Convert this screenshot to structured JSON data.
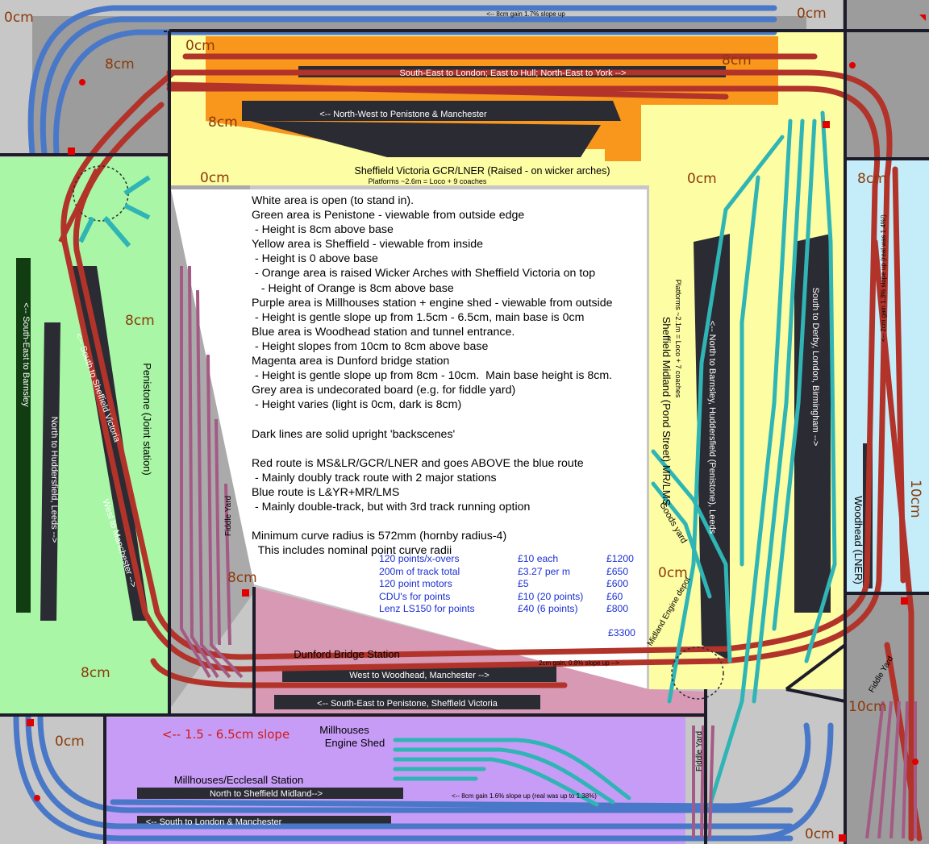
{
  "areas": {
    "sheffield_victoria": {
      "title": "Sheffield Victoria GCR/LNER (Raised - on wicker arches)",
      "subtitle": "Platforms ~2.6m = Loco + 9 coaches"
    },
    "sheffield_midland": {
      "title": "Sheffield Midland (Pond Street) MR/LMS",
      "subtitle": "Platforms ~2.1m = Loco + 7 coaches"
    },
    "penistone": {
      "title": "Penistone (Joint station)"
    },
    "woodhead": {
      "title": "Woodhead (LNER)"
    },
    "dunford": {
      "title": "Dunford Bridge Station"
    },
    "millhouses_station": {
      "title": "Millhouses/Ecclesall Station"
    },
    "millhouses_shed": {
      "line1": "Millhouses",
      "line2": "Engine Shed"
    },
    "goods_yard": "Goods yard",
    "midland_engine_depot": "Midland Engine depot",
    "fiddle_yard": "Fiddle Yard"
  },
  "arrows": {
    "victoria_east": "South-East to London; East to Hull; North-East to York -->",
    "victoria_west": "<-- North-West to Penistone & Manchester",
    "midland_north": "<-- North to Barnsley, Huddersfield (Penistone), Leeds",
    "midland_south": "South to Derby, London, Birmingham -->",
    "penistone_se": "<-- South-East to Barnsley",
    "penistone_north": "North to Huddersfield, Leeds -->",
    "penistone_south": "<-- South to Sheffield Victoria",
    "penistone_west": "West to Manchester -->",
    "dunford_west": "West to Woodhead, Manchester -->",
    "dunford_se": "<-- South-East to Penistone, Sheffield Victoria",
    "millhouses_north": "North to Sheffield Midland-->",
    "millhouses_south": "<-- South to London & Manchester"
  },
  "heights": {
    "h_tl": "0cm",
    "h_tl8": "8cm",
    "h_tr": "0cm",
    "h_vic_tl": "0cm",
    "h_vic_tr": "8cm",
    "h_vic_bl": "8cm",
    "h_yel_l": "0cm",
    "h_yel_r": "0cm",
    "h_right8": "8cm",
    "h_pen8a": "8cm",
    "h_pen8b": "8cm",
    "h_fiddle8": "8cm",
    "h_mid0": "0cm",
    "h_wood10": "10cm",
    "h_right10": "10cm",
    "h_bl0": "0cm",
    "h_br0": "0cm"
  },
  "slopes": {
    "millhouses_slope": "<-- 1.5 - 6.5cm slope",
    "top_slope": "<-- 8cm gain 1.7% slope up",
    "right_slope": "<-- 2cm gain 1.3% slope up (real was 1.4%!)",
    "dunford_slope": "2cm gain, 0.8% slope up -->",
    "bottom_slope": "<-- 8cm gain 1.6% slope up (real was up to 1.38%)"
  },
  "notes": [
    "White area is open (to stand in).",
    "Green area is Penistone - viewable from outside edge",
    " - Height is 8cm above base",
    "Yellow area is Sheffield - viewable from inside",
    " - Height is 0 above base",
    " - Orange area is raised Wicker Arches with Sheffield Victoria on top",
    "   - Height of Orange is 8cm above base",
    "Purple area is Millhouses station + engine shed - viewable from outside",
    " - Height is gentle slope up from 1.5cm - 6.5cm, main base is 0cm",
    "Blue area is Woodhead station and tunnel entrance.",
    " - Height slopes from 10cm to 8cm above base",
    "Magenta area is Dunford bridge station",
    " - Height is gentle slope up from 8cm - 10cm.  Main base height is 8cm.",
    "Grey area is undecorated board (e.g. for fiddle yard)",
    " - Height varies (light is 0cm, dark is 8cm)",
    "",
    "Dark lines are solid upright 'backscenes'",
    "",
    "Red route is MS&LR/GCR/LNER and goes ABOVE the blue route",
    " - Mainly doubly track route with 2 major stations",
    "Blue route is L&YR+MR/LMS",
    " - Mainly double-track, but with 3rd track running option",
    "",
    "Minimum curve radius is 572mm (hornby radius-4)",
    "  This includes nominal point curve radii"
  ],
  "costs": [
    {
      "item": "120 points/x-overs",
      "rate": "£10 each",
      "total": "£1200"
    },
    {
      "item": "200m of track total",
      "rate": "£3.27 per m",
      "total": "£650"
    },
    {
      "item": "120 point motors",
      "rate": "£5",
      "total": "£600"
    },
    {
      "item": "CDU's for points",
      "rate": "£10 (20 points)",
      "total": "£60"
    },
    {
      "item": "Lenz LS150 for points",
      "rate": "£40 (6 points)",
      "total": "£800"
    }
  ],
  "cost_total": "£3300",
  "colors": {
    "green": "#a9f7a6",
    "yellow": "#fdfda3",
    "orange": "#f9961c",
    "purple": "#c79cf6",
    "magenta": "#d799b4",
    "lightblue": "#c5ecf9",
    "grey_light": "#c7c7c7",
    "grey_dark": "#9c9c9c",
    "red_route": "#c0392b",
    "blue_route": "#4a78c8",
    "teal": "#2fb5b5",
    "backscene": "#1c1c2a",
    "height_text": "#8b3a0a",
    "cost_text": "#1a2fd4"
  }
}
